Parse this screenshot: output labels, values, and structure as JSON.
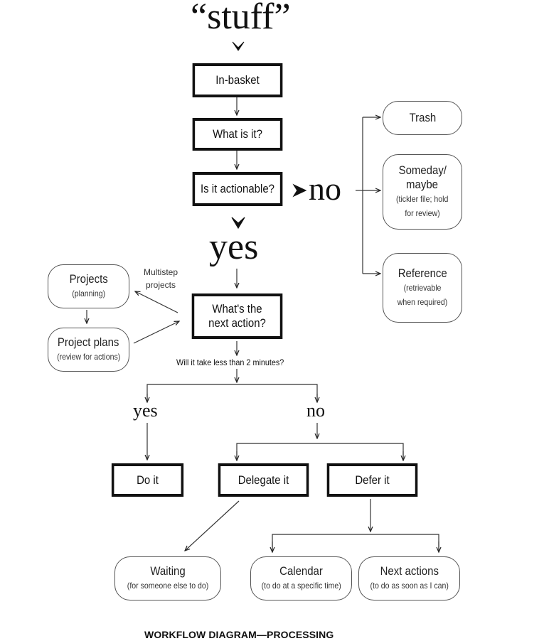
{
  "title": "“stuff”",
  "caption": "WORKFLOW DIAGRAM—PROCESSING",
  "decisions": {
    "no_label": "no",
    "yes_label": "yes",
    "two_min_yes": "yes",
    "two_min_no": "no",
    "two_min_question": "Will it take less than 2 minutes?",
    "multistep_label_line1": "Multistep",
    "multistep_label_line2": "projects"
  },
  "boxes": {
    "in_basket": "In-basket",
    "what_is_it": "What is it?",
    "actionable": "Is it actionable?",
    "next_action_line1": "What's the",
    "next_action_line2": "next action?",
    "do_it": "Do it",
    "delegate_it": "Delegate it",
    "defer_it": "Defer it"
  },
  "outcomes": {
    "trash": {
      "title": "Trash"
    },
    "someday": {
      "title_line1": "Someday/",
      "title_line2": "maybe",
      "sub_line1": "(tickler file; hold",
      "sub_line2": "for review)"
    },
    "reference": {
      "title": "Reference",
      "sub_line1": "(retrievable",
      "sub_line2": "when required)"
    },
    "projects": {
      "title": "Projects",
      "sub": "(planning)"
    },
    "project_plans": {
      "title": "Project plans",
      "sub": "(review for actions)"
    },
    "waiting": {
      "title": "Waiting",
      "sub": "(for someone else to do)"
    },
    "calendar": {
      "title": "Calendar",
      "sub": "(to do at a specific time)"
    },
    "next_actions": {
      "title": "Next actions",
      "sub": "(to do as soon as I can)"
    }
  }
}
